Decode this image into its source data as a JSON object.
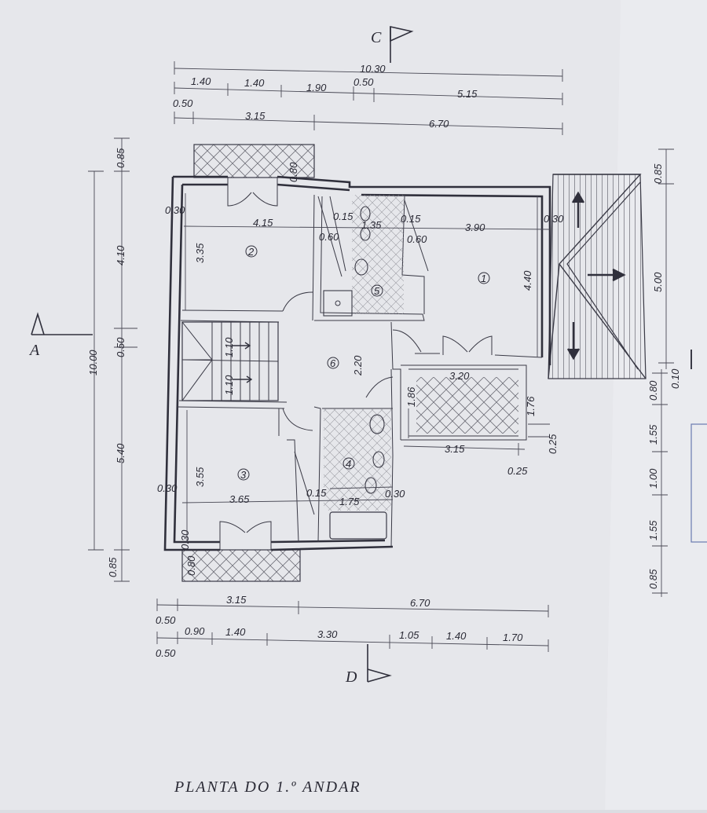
{
  "title": "PLANTA DO 1.º ANDAR",
  "sections": {
    "a": "A",
    "c": "C",
    "d": "D"
  },
  "rooms": [
    "1",
    "2",
    "3",
    "4",
    "5",
    "6"
  ],
  "dims_top": {
    "total": "10.30",
    "row1": [
      "1.40",
      "1.40",
      "1.90",
      "0.50",
      "5.15"
    ],
    "r2_left": "0.50",
    "row3": [
      "3.15",
      "6.70"
    ]
  },
  "dims_bottom": {
    "row1": [
      "3.15",
      "6.70"
    ],
    "r1_left": "0.50",
    "row2": [
      "0.90",
      "1.40",
      "3.30",
      "1.05",
      "1.40",
      "1.70"
    ],
    "r2_left": "0.50"
  },
  "dims_left": {
    "total": "10.00",
    "parts": [
      "0.85",
      "4.10",
      "0.50",
      "5.40",
      "0.85"
    ]
  },
  "dims_right": {
    "top": "0.85",
    "mid": "5.00",
    "mid2": "0.10",
    "bottom": [
      "0.80",
      "1.55",
      "1.00",
      "1.55",
      "0.85"
    ]
  },
  "interior": {
    "r2_width": "4.15",
    "r2_height": "3.35",
    "r2_wall_left": "0.30",
    "r1_width": "3.90",
    "r1_height": "4.40",
    "r1_wall_right": "0.30",
    "wc_top_l": "0.15",
    "wc_top_m": "1.35",
    "wc_top_r": "0.15",
    "wc_sink_l": "0.60",
    "wc_sink_r": "0.60",
    "balcony_top": "0.80",
    "stair_a": "1.10",
    "stair_b": "1.10",
    "hall": "2.20",
    "bath_h": "1.86",
    "terrace_w": "3.20",
    "terrace_h": "1.76",
    "terrace_w2": "3.15",
    "terrace_offset": "0.25",
    "terrace_offset2": "0.25",
    "r3_width": "3.65",
    "r3_height": "3.55",
    "r3_wall_left": "0.30",
    "b4_l": "0.15",
    "b4_w": "1.75",
    "b4_r": "0.30",
    "bot_wall": "0.30",
    "bot_balc": "0.80"
  }
}
